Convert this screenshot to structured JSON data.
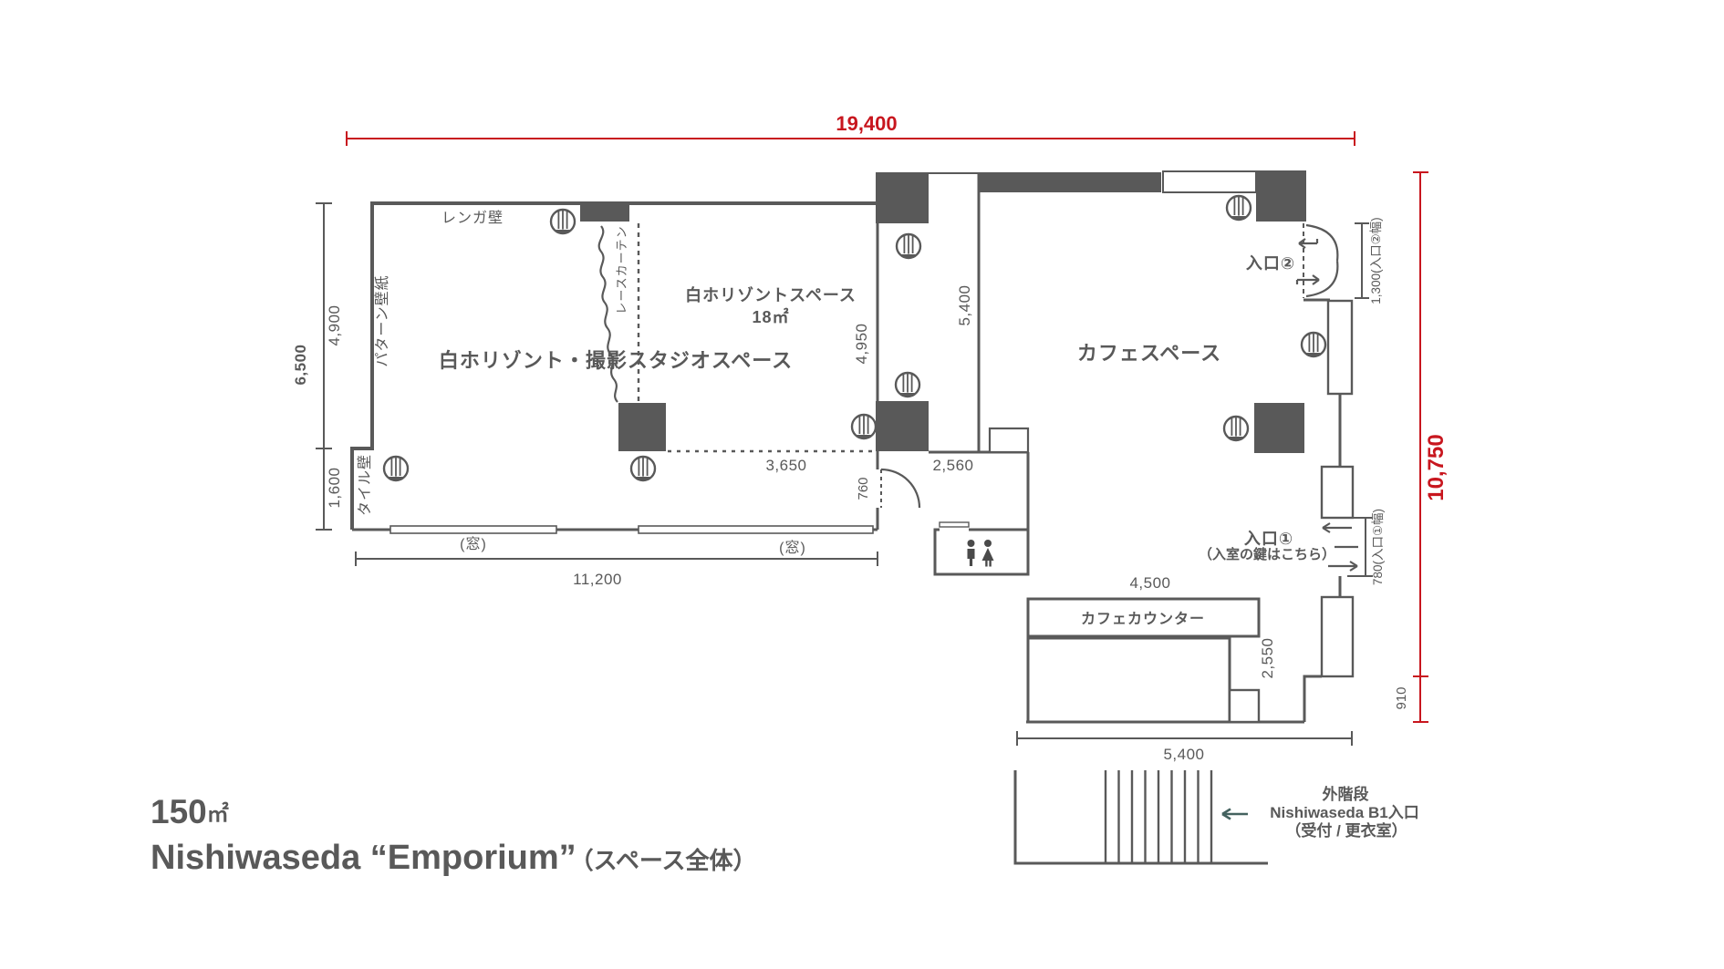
{
  "title": {
    "area": "150",
    "area_unit": "㎡",
    "name": "Nishiwaseda “Emporium”",
    "scope": "（スペース全体）"
  },
  "colors": {
    "wall": "#595959",
    "accent_red": "#C8161E",
    "text": "#595959"
  },
  "dimensions": {
    "overall_width": "19,400",
    "overall_height": "10,750",
    "left_total": "6,500",
    "left_upper": "4,900",
    "left_lower": "1,600",
    "studio_width": "11,200",
    "horizon_width": "3,650",
    "corridor_left": "4,950",
    "corridor_right": "5,400",
    "studio_door": "760",
    "nook": "2,560",
    "counter_width": "4,500",
    "counter_depth": "2,550",
    "kitchen_width": "5,400",
    "bottom_right": "910",
    "entrance2_width": "1,300(入口②幅)",
    "entrance1_width": "780(入口①幅)"
  },
  "rooms": {
    "studio": "白ホリゾント・撮影スタジオスペース",
    "horizon": "白ホリゾントスペース",
    "horizon_area": "18㎡",
    "cafe": "カフェスペース",
    "counter": "カフェカウンター"
  },
  "features": {
    "brick_wall": "レンガ壁",
    "pattern_wallpaper": "パターン壁紙",
    "tile_wall": "タイル壁",
    "lace_curtain": "レースカーテン",
    "window1": "(窓)",
    "window2": "(窓)"
  },
  "entrances": {
    "e2": "入口②",
    "e1": "入口①",
    "e1_note": "（入室の鍵はこちら）"
  },
  "stairs": {
    "name": "外階段",
    "b1": "Nishiwaseda B1入口",
    "note": "（受付 / 更衣室）"
  }
}
